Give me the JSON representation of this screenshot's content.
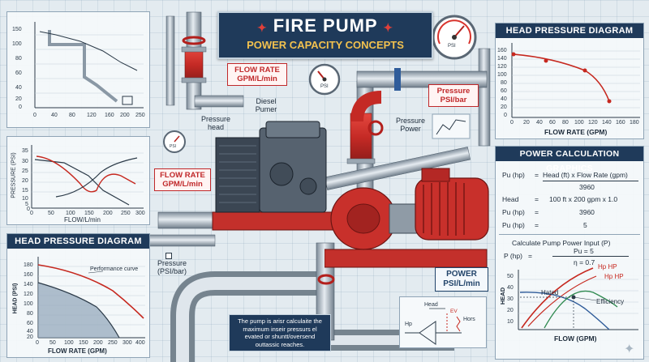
{
  "title": {
    "line1": "FIRE PUMP",
    "line2": "POWER CAPACITY CONCEPTS"
  },
  "top_left_chart": {
    "y_ticks": [
      "150",
      "100",
      "80",
      "60",
      "40",
      "20",
      "0"
    ],
    "x_ticks": [
      "0",
      "40",
      "80",
      "120",
      "160",
      "200",
      "250"
    ]
  },
  "mid_left_chart": {
    "ylabel": "PRESSURE (PSI)",
    "xlabel": "FLOW/L/min",
    "y_ticks": [
      "35",
      "30",
      "25",
      "20",
      "15",
      "10",
      "5",
      "0"
    ],
    "x_ticks": [
      "0",
      "50",
      "100",
      "150",
      "200",
      "250",
      "300"
    ]
  },
  "bottom_left_chart": {
    "title": "HEAD PRESSURE DIAGRAM",
    "ylabel": "HEAD (PSI)",
    "xlabel": "FLOW RATE (GPM)",
    "annotation": "Performance curve",
    "y_ticks": [
      "180",
      "160",
      "140",
      "120",
      "100",
      "80",
      "60",
      "40",
      "20"
    ],
    "x_ticks": [
      "0",
      "50",
      "100",
      "150",
      "200",
      "250",
      "300",
      "400"
    ]
  },
  "top_right_chart": {
    "title": "HEAD PRESSURE DIAGRAM",
    "xlabel": "FLOW RATE (GPM)",
    "y_ticks": [
      "160",
      "140",
      "120",
      "100",
      "80",
      "60",
      "40",
      "20",
      "0"
    ],
    "x_ticks": [
      "0",
      "20",
      "40",
      "60",
      "80",
      "100",
      "120",
      "140",
      "160",
      "180"
    ]
  },
  "power_calc": {
    "title": "POWER CALCULATION GRAPHICS",
    "row1_left": "Pu (hp)",
    "row1_right": "Head (ft) x Flow Rate (gpm)",
    "row1_den": "3960",
    "row2_left": "Head",
    "row2_right": "100 ft x 200 gpm x 1.0",
    "row3_left": "Pu (hp)",
    "row3_right": "3960",
    "row4_left": "Pu (hp)",
    "row4_right": "5",
    "eq": "=",
    "subtitle": "Calculate Pump Power Input (P)",
    "p_lhs": "P (hp)",
    "p_num": "Pu = 5",
    "p_den": "η = 0.7"
  },
  "eff_chart": {
    "ylabel": "HEAD",
    "xlabel": "FLOW (GPM)",
    "y_ticks": [
      "50",
      "40",
      "30",
      "20",
      "10"
    ],
    "hp1": "Hp HP",
    "hp2": "Hp HP",
    "rated": "Hated",
    "efficiency": "Efficiency"
  },
  "labels": {
    "flow_rate_top": "FLOW RATE\nGPM/L/min",
    "diesel": "Diesel\nPumer",
    "pressure_head": "Pressure\nhead",
    "pressure_power": "Pressure\nPower",
    "pressure_psi_bar": "Pressure\nPSI/bar",
    "flow_rate_left": "FLOW RATE\nGPM/L/min",
    "power_box": "POWER\nPSI/L/min",
    "pressure_bottom": "Pressure\n(PSI/bar)",
    "note": "The pump is arisr calculaite the maximum inseir pressurs el evated or shuntt/oversend outtassic reaches.",
    "gauge_psi": "PSI",
    "head_small": "Head",
    "hors_small": "Hors",
    "ev_small": "EV",
    "hp_small": "Hp"
  }
}
